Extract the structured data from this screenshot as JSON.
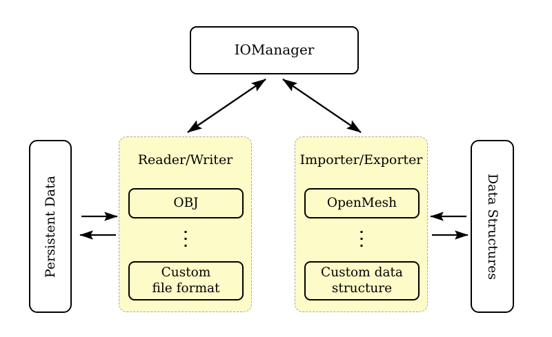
{
  "diagram": {
    "title_node": {
      "label": "IOManager"
    },
    "left_store": {
      "label": "Persistent Data"
    },
    "right_store": {
      "label": "Data Structures"
    },
    "panels": [
      {
        "title": "Reader/Writer",
        "top_item": "OBJ",
        "ellipsis": "⋮",
        "bottom_item_line1": "Custom",
        "bottom_item_line2": "file format"
      },
      {
        "title": "Importer/Exporter",
        "top_item": "OpenMesh",
        "ellipsis": "⋮",
        "bottom_item_line1": "Custom data",
        "bottom_item_line2": "structure"
      }
    ],
    "connections": [
      {
        "name": "iomanager-to-readerwriter",
        "style": "double-headed-diagonal"
      },
      {
        "name": "iomanager-to-importerexporter",
        "style": "double-headed-diagonal"
      },
      {
        "name": "persistent-data-to-readerwriter",
        "style": "single-headed-right"
      },
      {
        "name": "readerwriter-to-persistent-data",
        "style": "single-headed-left"
      },
      {
        "name": "data-structures-to-importerexporter",
        "style": "single-headed-left"
      },
      {
        "name": "importerexporter-to-data-structures",
        "style": "single-headed-right"
      }
    ],
    "colors": {
      "panel_fill": "#fdfbc8",
      "panel_border": "#a8a8a0",
      "node_border": "#000000",
      "background": "#ffffff"
    }
  }
}
